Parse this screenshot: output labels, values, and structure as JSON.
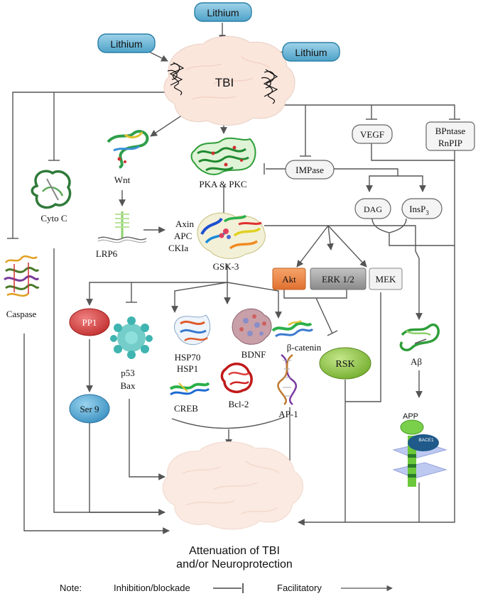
{
  "lithium_labels": [
    "Lithium",
    "Lithium",
    "Lithium"
  ],
  "tbi_label": "TBI",
  "nodes": {
    "wnt": "Wnt",
    "lrp6": "LRP6",
    "cyto_c": "Cyto C",
    "caspase": "Caspase",
    "pka_pkc": "PKA & PKC",
    "impase": "IMPase",
    "vegf": "VEGF",
    "bpntase": "BPntase",
    "rnpip": "RnPIP",
    "dag": "DAG",
    "insp3_base": "InsP",
    "insp3_sub": "3",
    "axin": "Axin",
    "apc": "APC",
    "ckia": "CKIa",
    "gsk3": "GSK-3",
    "akt": "Akt",
    "erk": "ERK 1/2",
    "mek": "MEK",
    "pp1": "PP1",
    "ser9": "Ser 9",
    "p53": "p53",
    "bax": "Bax",
    "hsp70": "HSP70",
    "hsp1": "HSP1",
    "bdnf": "BDNF",
    "beta_catenin": "β-catenin",
    "creb": "CREB",
    "bcl2": "Bcl-2",
    "ap1": "AP-1",
    "rsk": "RSK",
    "abeta": "Aβ",
    "app": "APP",
    "bace1": "BACE1"
  },
  "outcome": {
    "line1": "Attenuation of TBI",
    "line2": "and/or Neuroprotection"
  },
  "legend": {
    "note": "Note:",
    "inhibition": "Inhibition/blockade",
    "facilitatory": "Facilitatory"
  },
  "colors": {
    "lithium_fill": "#5fb0d0",
    "lithium_stroke": "#2a7fa6",
    "brain": "#fbeae2",
    "akt": "#ef8a45",
    "erk": "#9a9a9a",
    "pp1": "#d94a4a",
    "ser9": "#4ea8d6",
    "rsk": "#8dc63f",
    "p53": "#3fb4b0"
  }
}
